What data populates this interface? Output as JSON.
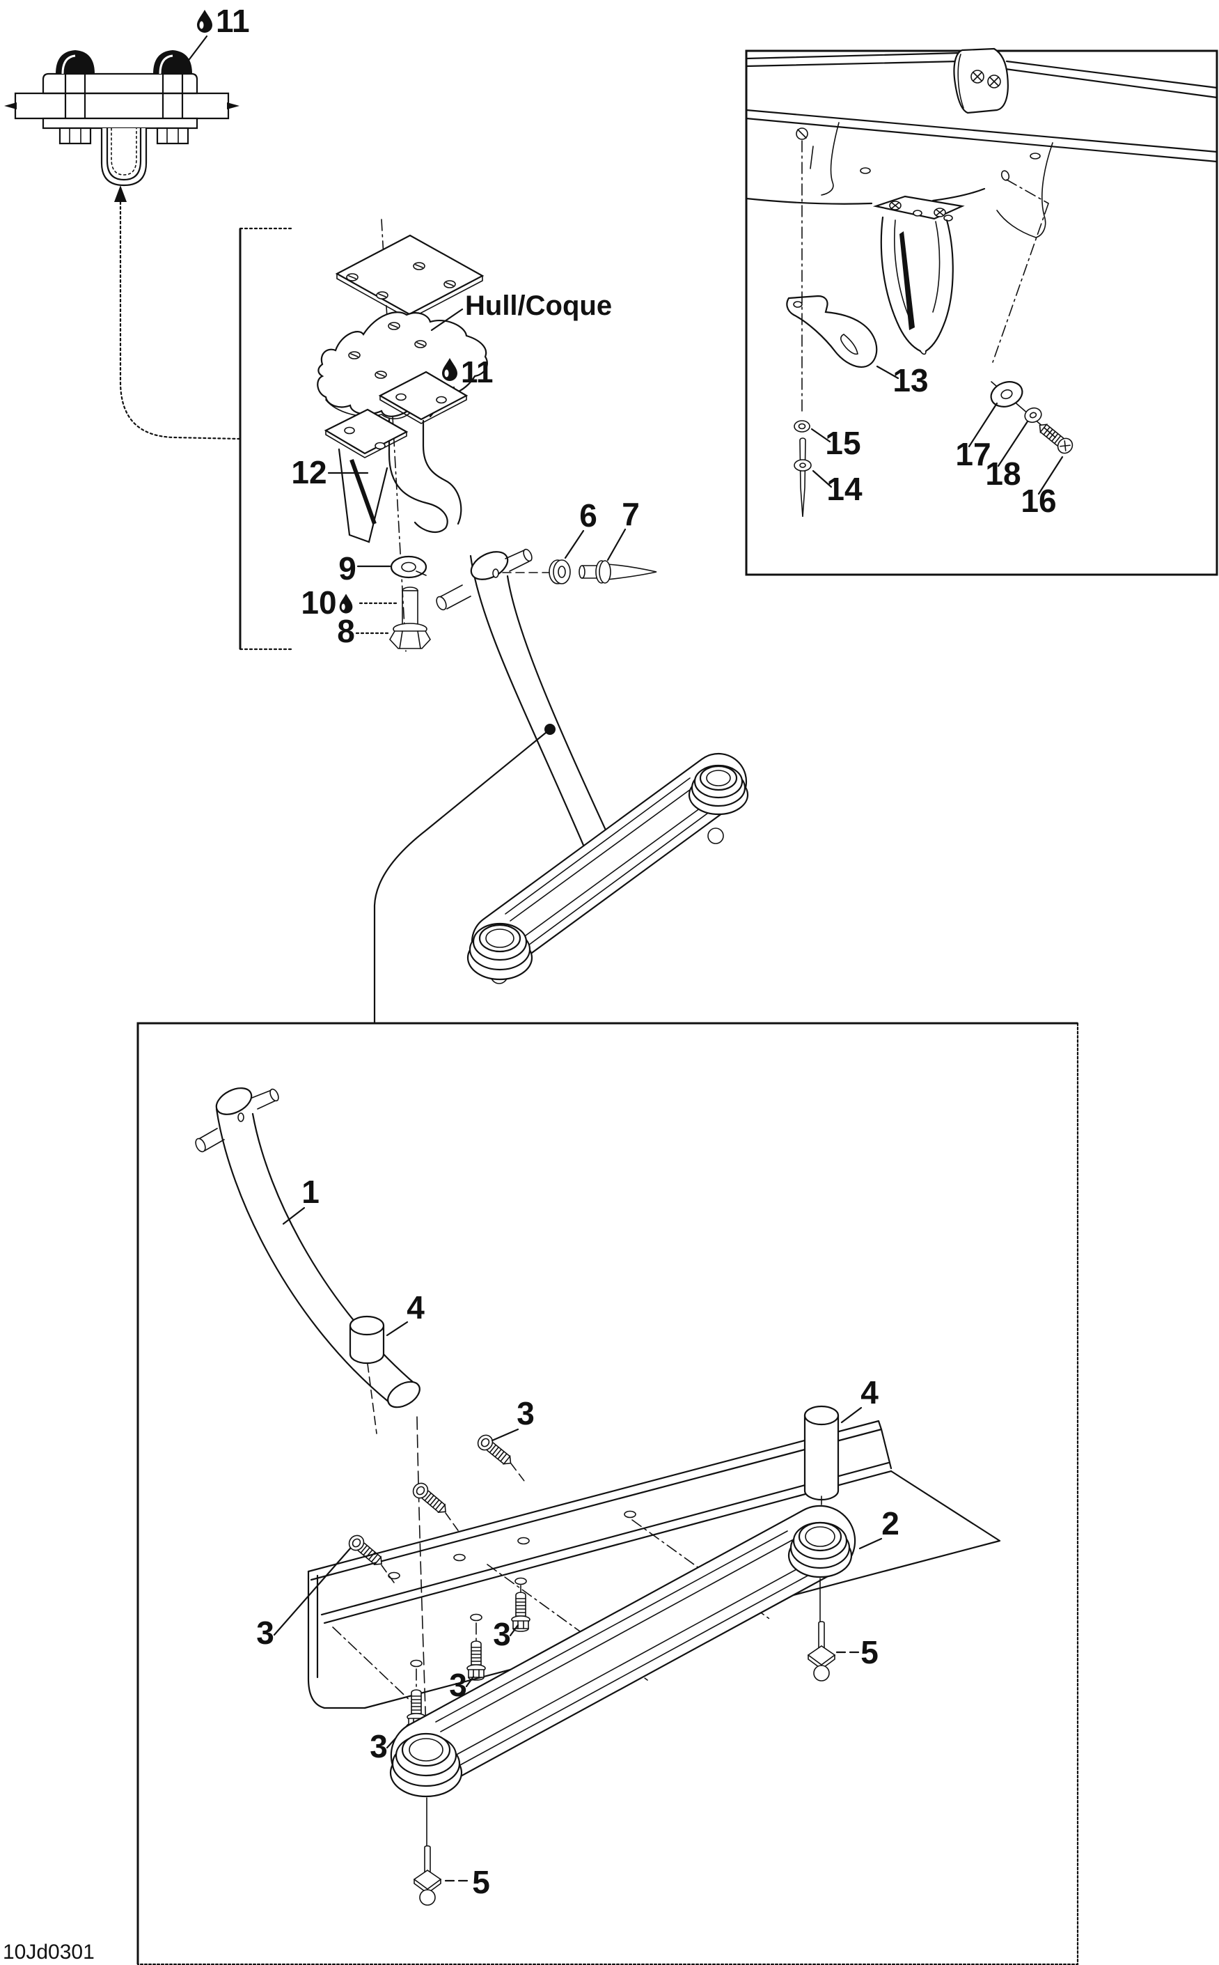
{
  "page": {
    "background": "#ffffff",
    "line_color": "#111111",
    "drawing_code": "10Jd0301",
    "description": "Exploded parts diagram of a watercraft ski pylon assembly with hull mounting detail views"
  },
  "labels": {
    "hull": "Hull/Coque",
    "n1": "1",
    "n2": "2",
    "n3": "3",
    "n4": "4",
    "n5": "5",
    "n6": "6",
    "n7": "7",
    "n8": "8",
    "n9": "9",
    "n10": "10",
    "n11": "11",
    "n12": "12",
    "n13": "13",
    "n14": "14",
    "n15": "15",
    "n16": "16",
    "n17": "17",
    "n18": "18"
  },
  "icons": {
    "droplet": "lubricant-droplet-icon"
  }
}
